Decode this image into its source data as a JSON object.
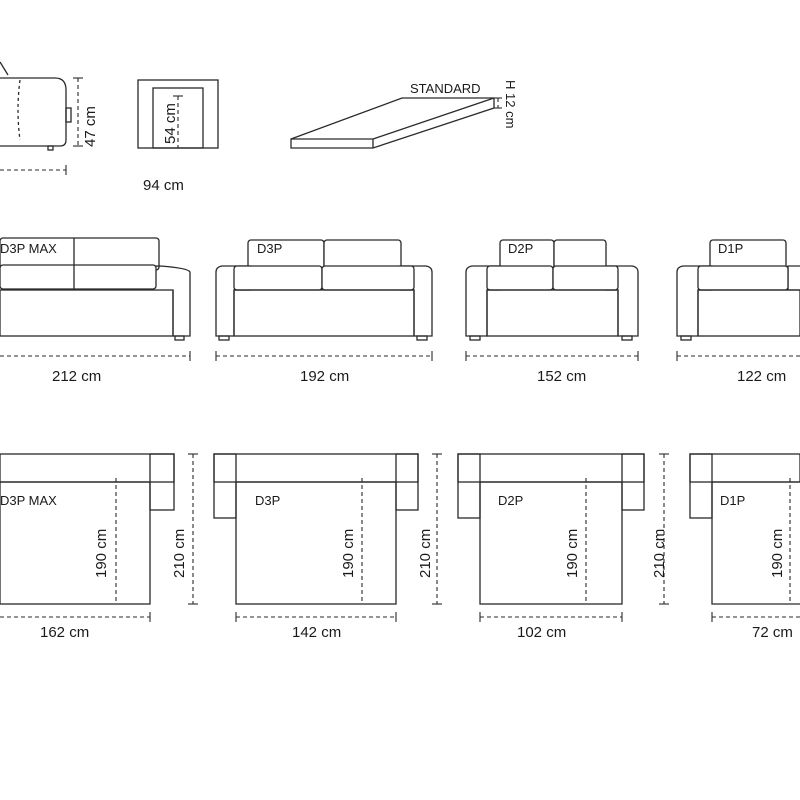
{
  "top": {
    "side_height": "47 cm",
    "seat_height": "54 cm",
    "arm_width": "94 cm",
    "mattress_name": "STANDARD",
    "mattress_height": "H 12 cm"
  },
  "sofas": [
    {
      "label": "D3P MAX",
      "width": "212 cm"
    },
    {
      "label": "D3P",
      "width": "192 cm"
    },
    {
      "label": "D2P",
      "width": "152  cm"
    },
    {
      "label": "D1P",
      "width": "122 cm"
    }
  ],
  "beds": [
    {
      "label": "D3P MAX",
      "width": "162 cm",
      "sleep_len": "190 cm",
      "total_len": "210 cm"
    },
    {
      "label": "D3P",
      "width": "142 cm",
      "sleep_len": "190 cm",
      "total_len": "210 cm"
    },
    {
      "label": "D2P",
      "width": "102 cm",
      "sleep_len": "190 cm",
      "total_len": "210 cm"
    },
    {
      "label": "D1P",
      "width": "72 cm",
      "sleep_len": "190 cm"
    }
  ]
}
